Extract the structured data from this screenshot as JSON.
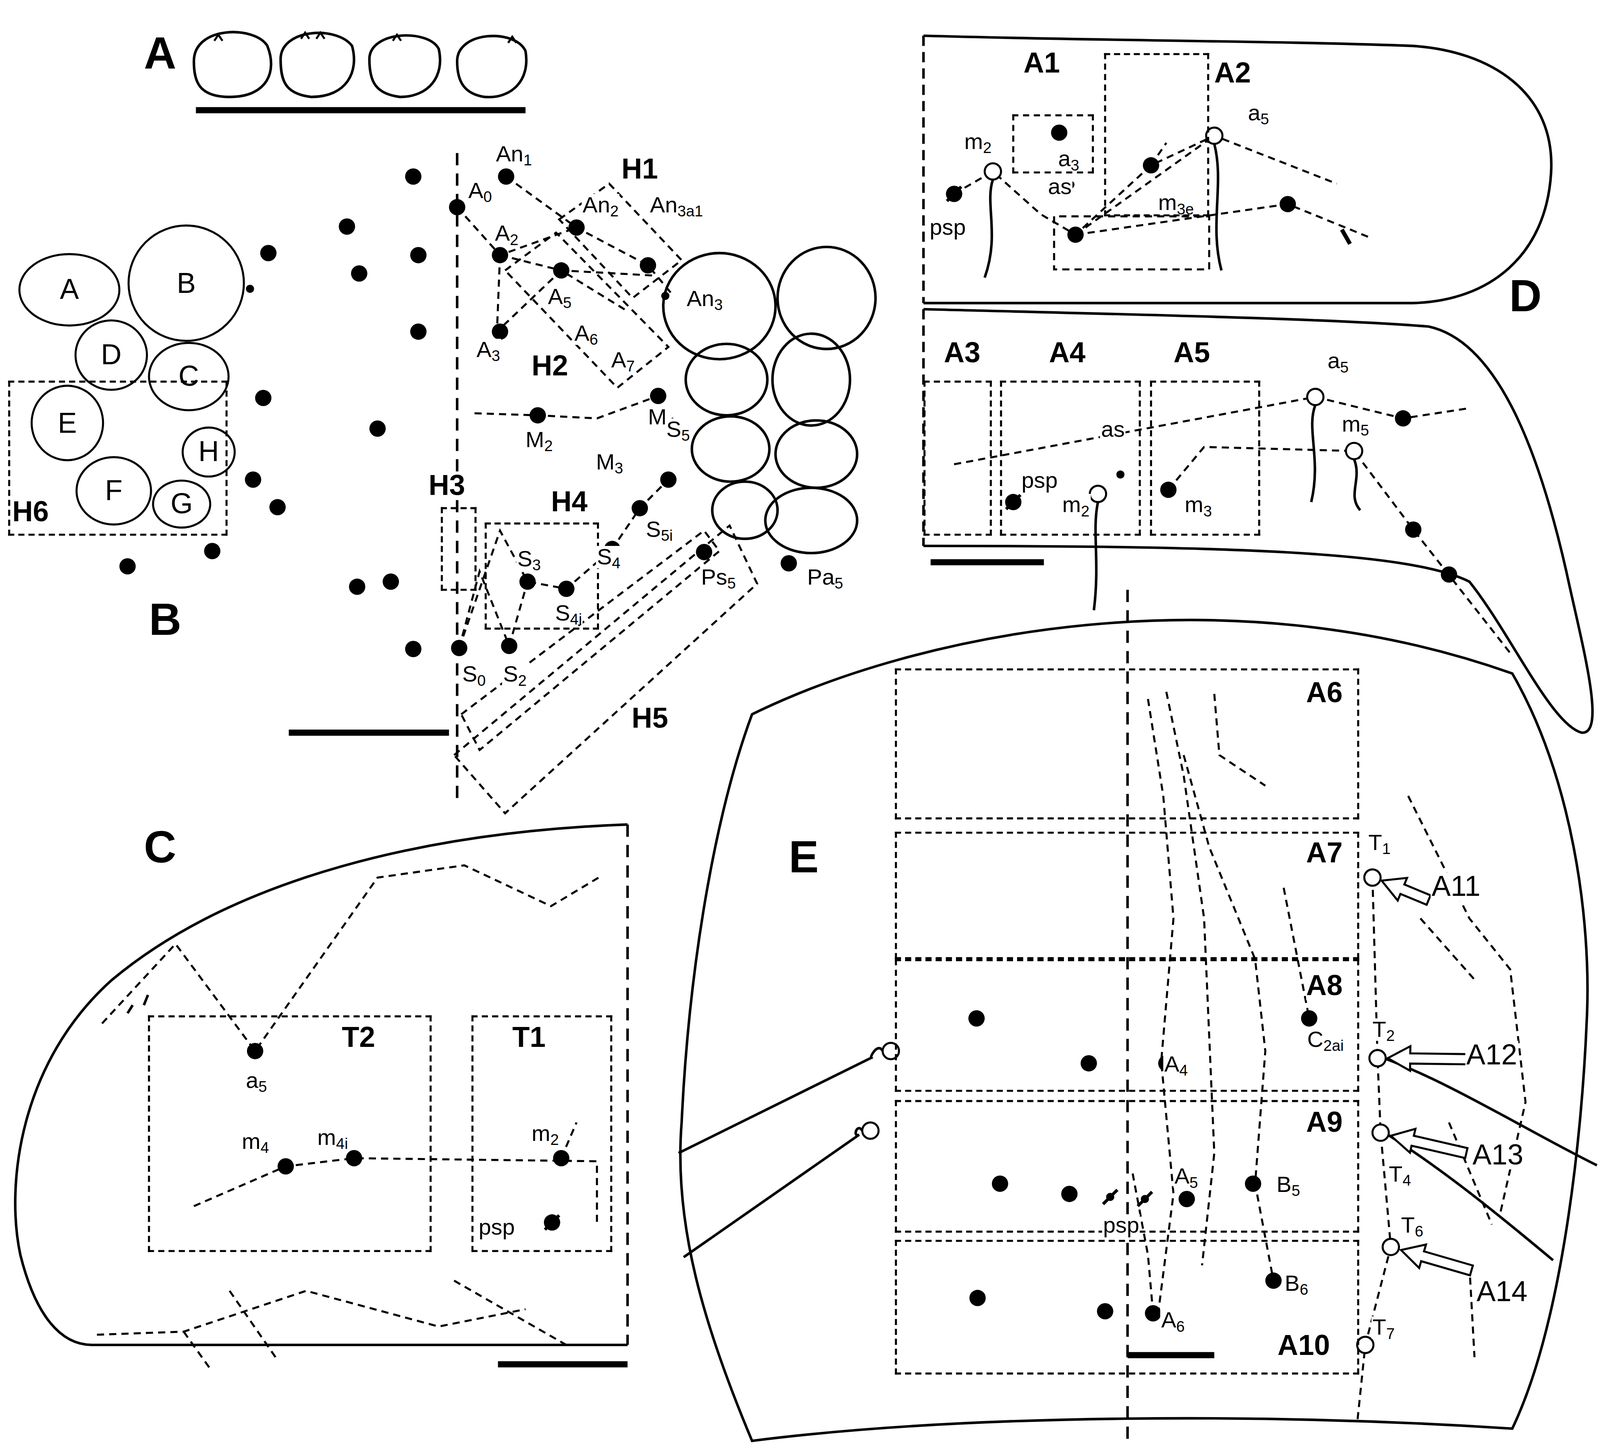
{
  "diagram": {
    "nodes": [
      {
        "text": [
          "A"
        ]
      },
      {
        "text": [
          "B"
        ]
      },
      {
        "text": [
          "D"
        ]
      },
      {
        "text": [
          "C"
        ]
      },
      {
        "text": [
          "H6"
        ]
      },
      {
        "text": [
          "E"
        ],
        "in": 4
      },
      {
        "text": [
          "F"
        ],
        "in": 4
      },
      {
        "text": [
          "G"
        ],
        "in": 4
      },
      {
        "text": [
          "H"
        ]
      },
      {
        "text": [
          "H3"
        ]
      },
      {
        "text": [
          "H4"
        ]
      },
      {
        "text": [
          "A1"
        ]
      },
      {
        "text": [
          "A2"
        ]
      },
      {
        "text": [
          "A3"
        ]
      },
      {
        "text": [
          "A4"
        ]
      },
      {
        "text": [
          "A5"
        ]
      },
      {
        "text": [
          "T2"
        ]
      },
      {
        "text": [
          "T1"
        ]
      },
      {
        "text": [
          "A6"
        ]
      },
      {
        "text": [
          "A7"
        ]
      },
      {
        "text": [
          "A8"
        ]
      },
      {
        "text": [
          "A9"
        ]
      },
      {
        "text": [
          "A10"
        ]
      }
    ],
    "labels": [
      "A",
      "B",
      "H1",
      "H2",
      "H5",
      "An1",
      "A0",
      "An2",
      "An3a1",
      "A2",
      "A5",
      "An3",
      "A6",
      "A3",
      "A7",
      "M2",
      "M4",
      "M3",
      "S5",
      "S5i",
      "S4",
      "Ps5",
      "Pa5",
      "S3",
      "S4i",
      "S0",
      "S2",
      "D",
      "m2",
      "a3",
      "a5",
      "as",
      "m3e",
      "psp",
      "a5",
      "m5",
      "as",
      "psp",
      "m2",
      "m3",
      "C",
      "a5",
      "m4",
      "m4i",
      "m2",
      "psp",
      "E",
      "T1",
      "A11",
      "C2ai",
      "A4",
      "T2",
      "A12",
      "T4",
      "A13",
      "A5",
      "B5",
      "psp",
      "T6",
      "A14",
      "B6",
      "A6",
      "T7"
    ]
  }
}
